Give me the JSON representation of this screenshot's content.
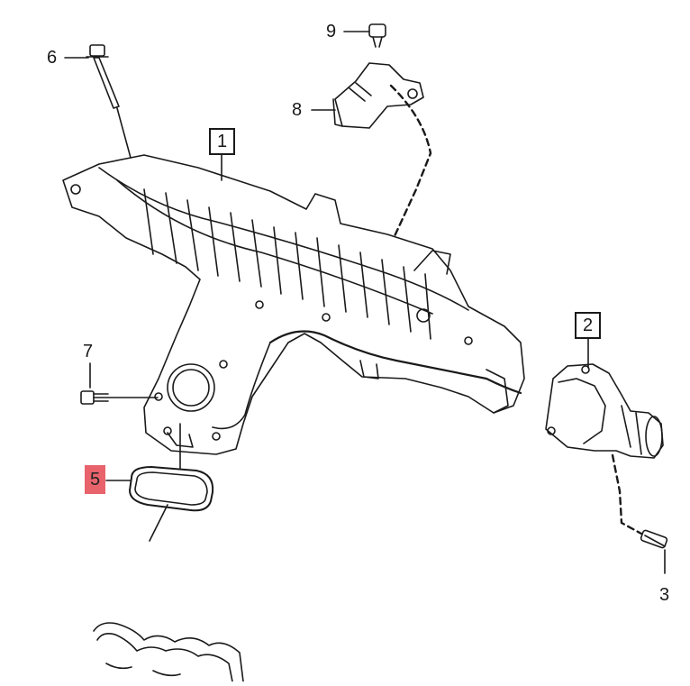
{
  "diagram": {
    "type": "exploded-parts-diagram",
    "callouts": [
      {
        "id": "c1",
        "label": "1",
        "style": "boxed"
      },
      {
        "id": "c2",
        "label": "2",
        "style": "boxed"
      },
      {
        "id": "c3",
        "label": "3",
        "style": "plain"
      },
      {
        "id": "c5",
        "label": "5",
        "style": "highlighted"
      },
      {
        "id": "c6",
        "label": "6",
        "style": "plain"
      },
      {
        "id": "c7",
        "label": "7",
        "style": "plain"
      },
      {
        "id": "c8",
        "label": "8",
        "style": "plain"
      },
      {
        "id": "c9",
        "label": "9",
        "style": "plain"
      }
    ],
    "parts": [
      {
        "callout": "1",
        "icon": "intake-manifold-icon"
      },
      {
        "callout": "2",
        "icon": "throttle-housing-icon"
      },
      {
        "callout": "3",
        "icon": "bolt-icon"
      },
      {
        "callout": "5",
        "icon": "o-ring-seal-icon"
      },
      {
        "callout": "6",
        "icon": "long-bolt-icon"
      },
      {
        "callout": "7",
        "icon": "bolt-icon"
      },
      {
        "callout": "8",
        "icon": "pressure-sensor-icon"
      },
      {
        "callout": "9",
        "icon": "screw-icon"
      },
      {
        "callout": "",
        "icon": "manifold-gasket-icon"
      }
    ],
    "colors": {
      "line": "#1a1a1a",
      "highlight": "#e8636b",
      "background": "#ffffff"
    }
  }
}
